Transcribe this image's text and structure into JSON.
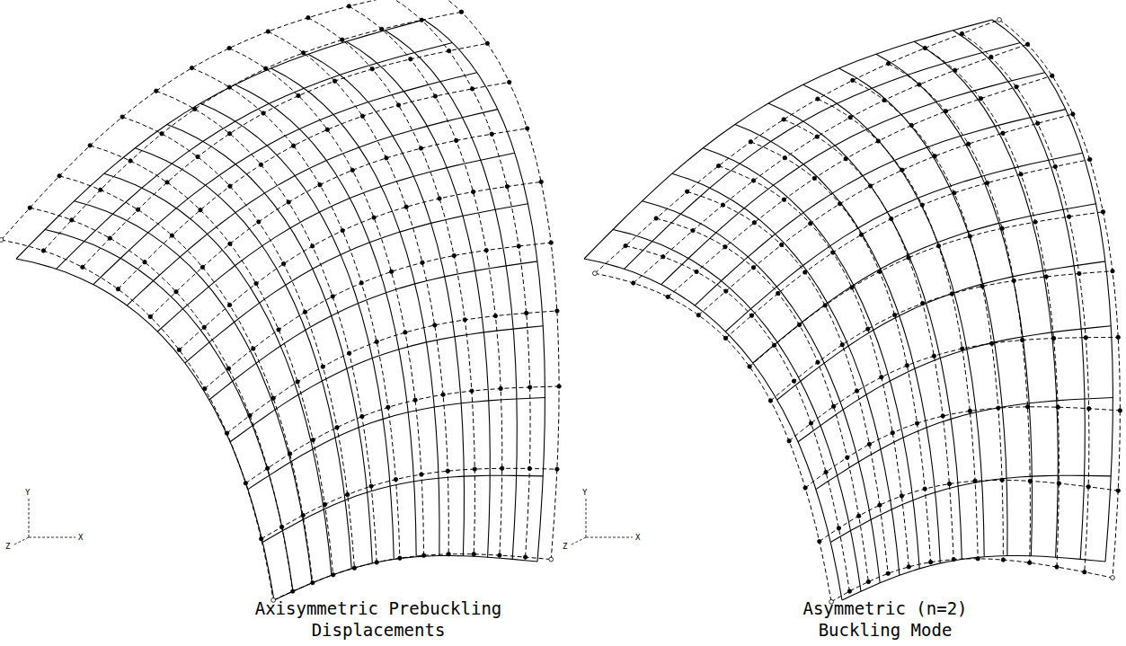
{
  "diagram": {
    "labels": [
      "Y",
      "Z",
      "X",
      "Axisymmetric Prebuckling Displacements",
      "Y",
      "Z",
      "X",
      "Asymmetric (n=2) Buckling Mode"
    ]
  }
}
